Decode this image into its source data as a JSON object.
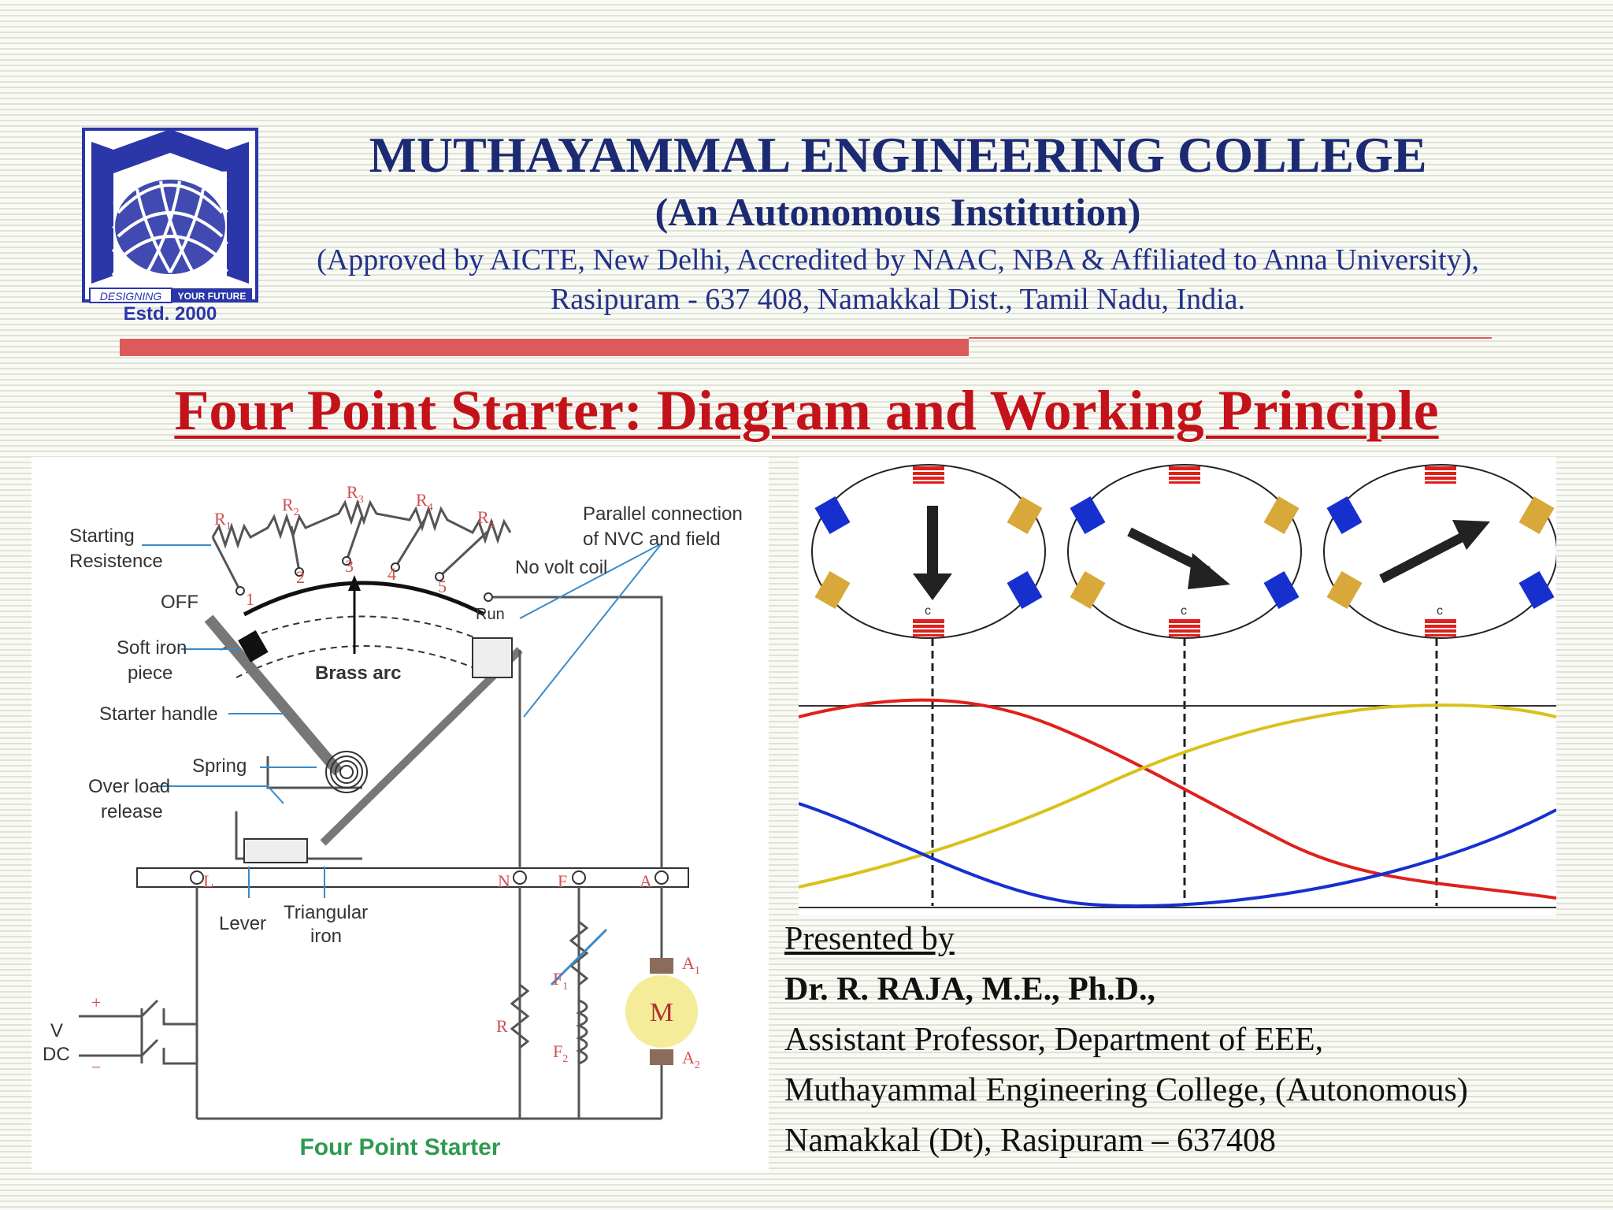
{
  "logo": {
    "motto_left": "DESIGNING",
    "motto_right": "YOUR FUTURE",
    "established": "Estd. 2000"
  },
  "header": {
    "title": "MUTHAYAMMAL ENGINEERING COLLEGE",
    "subtitle": "(An Autonomous Institution)",
    "approved": "(Approved by AICTE, New Delhi, Accredited by NAAC, NBA & Affiliated to Anna University),",
    "address": "Rasipuram - 637 408, Namakkal Dist., Tamil Nadu, India."
  },
  "slide_title": "Four Point Starter: Diagram and Working Principle",
  "starter_diagram": {
    "caption": "Four Point Starter",
    "labels": {
      "starting_resistance_1": "Starting",
      "starting_resistance_2": "Resistence",
      "off": "OFF",
      "run": "Run",
      "soft_iron_1": "Soft iron",
      "soft_iron_2": "piece",
      "brass_arc": "Brass arc",
      "starter_handle": "Starter handle",
      "spring": "Spring",
      "overload_1": "Over load",
      "overload_2": "release",
      "lever": "Lever",
      "triangular_1": "Triangular",
      "triangular_2": "iron",
      "parallel_1": "Parallel connection",
      "parallel_2": "of NVC and field",
      "no_volt_coil": "No volt coil",
      "v": "V",
      "dc": "DC",
      "plus": "+",
      "minus": "−",
      "r": "R",
      "m": "M",
      "term_l": "L",
      "term_n": "N",
      "term_f": "F",
      "term_a": "A",
      "a1": "A",
      "a1_sub": "1",
      "a2": "A",
      "a2_sub": "2",
      "f1": "F",
      "f1_sub": "1",
      "f2": "F",
      "f2_sub": "2"
    },
    "resistors": [
      {
        "r": "R",
        "s": "1"
      },
      {
        "r": "R",
        "s": "2"
      },
      {
        "r": "R",
        "s": "3"
      },
      {
        "r": "R",
        "s": "4"
      },
      {
        "r": "R",
        "s": "5"
      }
    ],
    "studs": [
      "1",
      "2",
      "3",
      "4",
      "5"
    ]
  },
  "phase_diagram": {
    "colors": {
      "red": "#e0201c",
      "yellow": "#d8c21a",
      "blue": "#1630d0"
    },
    "rotor_marks": [
      "c",
      "c",
      "c"
    ]
  },
  "presenter": {
    "presented_by": "Presented by",
    "name": "Dr. R. RAJA, M.E., Ph.D.,",
    "designation": "Assistant Professor, Department of EEE,",
    "college": "Muthayammal Engineering College, (Autonomous)",
    "location": "Namakkal (Dt), Rasipuram – 637408"
  }
}
